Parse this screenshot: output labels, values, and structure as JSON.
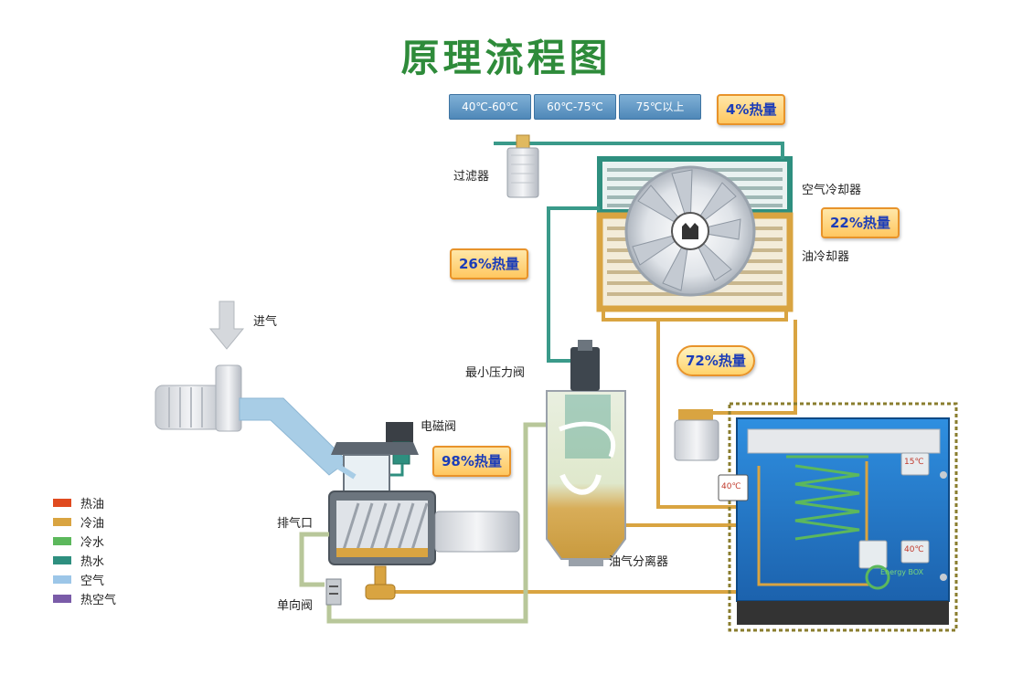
{
  "title": "原理流程图",
  "temperature_ranges": [
    "40℃-60℃",
    "60℃-75℃",
    "75℃以上"
  ],
  "components": {
    "filter": "过滤器",
    "air_cooler": "空气冷却器",
    "oil_cooler": "油冷却器",
    "min_pressure_valve": "最小压力阀",
    "intake": "进气",
    "solenoid_valve": "电磁阀",
    "exhaust_port": "排气口",
    "check_valve": "单向阀",
    "oil_gas_separator": "油气分离器"
  },
  "heat_labels": {
    "h4": "4%热量",
    "h22": "22%热量",
    "h26": "26%热量",
    "h72": "72%热量",
    "h98": "98%热量"
  },
  "gauges": {
    "gauge_left": "40℃",
    "gauge_top": "15℃",
    "gauge_bottom": "40℃"
  },
  "brand_text": "Energy BOX",
  "legend": [
    {
      "label": "热油",
      "color": "#e04a1f"
    },
    {
      "label": "冷油",
      "color": "#d9a441"
    },
    {
      "label": "冷水",
      "color": "#5cb85c"
    },
    {
      "label": "热水",
      "color": "#2e8f7f"
    },
    {
      "label": "空气",
      "color": "#9cc6e8"
    },
    {
      "label": "热空气",
      "color": "#7a5ba8"
    }
  ],
  "colors": {
    "title": "#2e8b3a",
    "oil_pipe": "#d9a441",
    "water_pipe": "#3a9a8a",
    "air_pipe": "#a8cde6",
    "return_pipe": "#b8c79a",
    "energy_box": "#1f78c8"
  }
}
